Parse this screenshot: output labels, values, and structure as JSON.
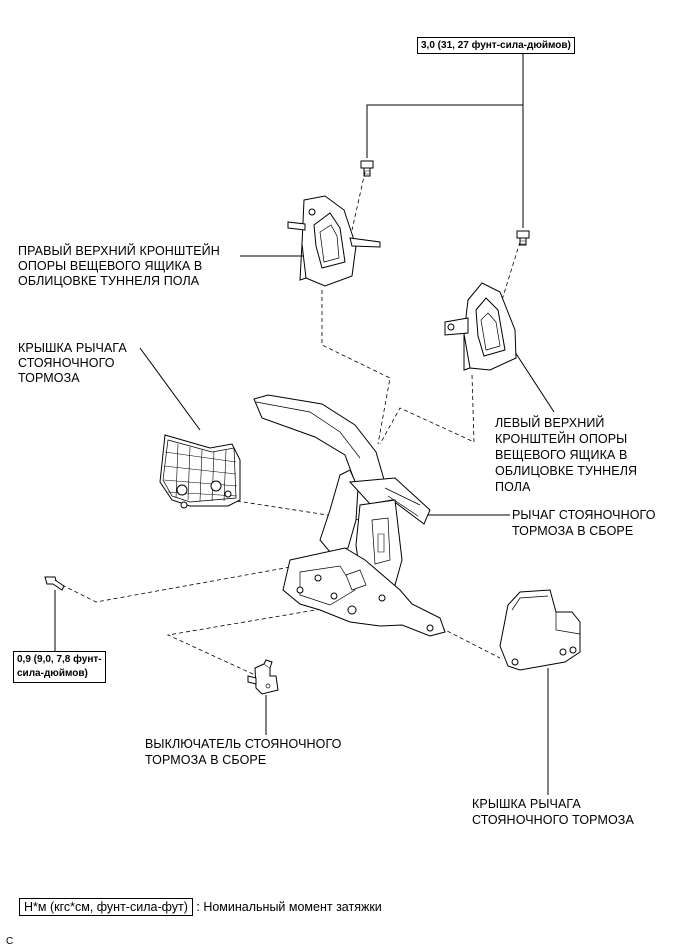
{
  "torque_top": "3,0 (31, 27 фунт-сила-дюймов)",
  "torque_left": [
    "0,9 (9,0, 7,8 фунт-",
    "сила-дюймов)"
  ],
  "label_right_bracket": [
    "ПРАВЫЙ ВЕРХНИЙ КРОНШТЕЙН",
    "ОПОРЫ ВЕЩЕВОГО ЯЩИКА В",
    "ОБЛИЦОВКЕ ТУННЕЛЯ ПОЛА"
  ],
  "label_cover_left": [
    "КРЫШКА РЫЧАГА",
    "СТОЯНОЧНОГО",
    "ТОРМОЗА"
  ],
  "label_left_bracket": [
    "ЛЕВЫЙ ВЕРХНИЙ",
    "КРОНШТЕЙН ОПОРЫ",
    "ВЕЩЕВОГО ЯЩИКА В",
    "ОБЛИЦОВКЕ ТУННЕЛЯ",
    "ПОЛА"
  ],
  "label_lever": [
    "РЫЧАГ СТОЯНОЧНОГО",
    "ТОРМОЗА В СБОРЕ"
  ],
  "label_switch": [
    "ВЫКЛЮЧАТЕЛЬ СТОЯНОЧНОГО",
    "ТОРМОЗА В СБОРЕ"
  ],
  "label_cover_right": [
    "КРЫШКА РЫЧАГА",
    "СТОЯНОЧНОГО ТОРМОЗА"
  ],
  "legend": {
    "box": "Н*м (кгс*см, фунт-сила-фут)",
    "text": ": Номинальный момент затяжки"
  },
  "corner_code": "C"
}
